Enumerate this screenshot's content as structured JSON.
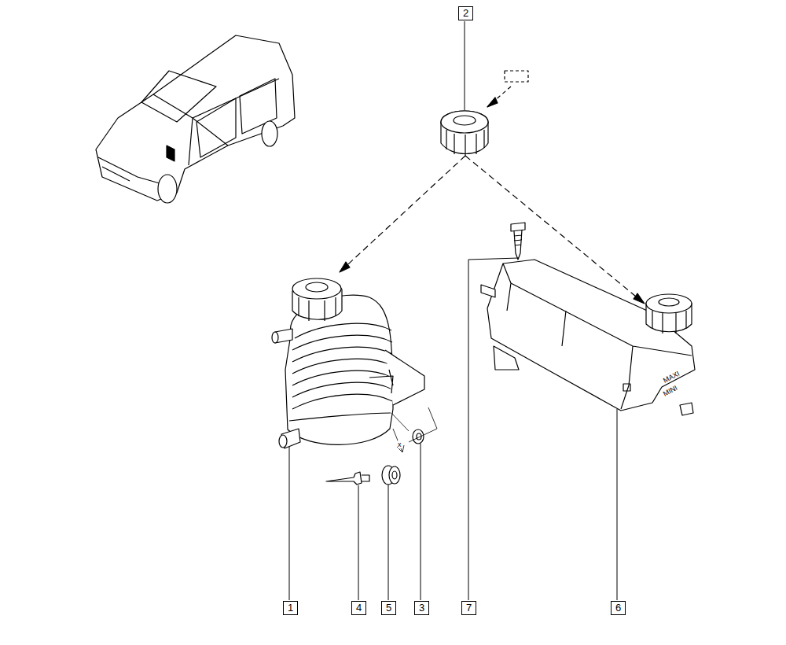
{
  "diagram": {
    "labels": [
      "2",
      "1",
      "4",
      "5",
      "3",
      "7",
      "6",
      "MAXI",
      "MINI",
      "x"
    ]
  }
}
